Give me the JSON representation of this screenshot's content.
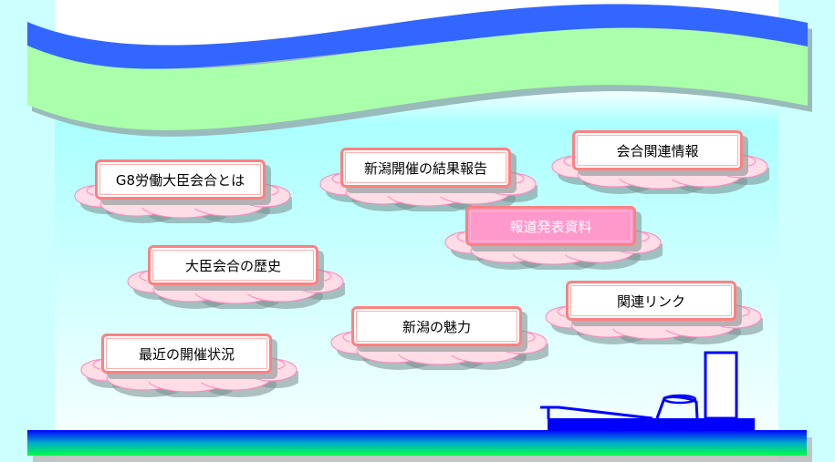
{
  "menu": {
    "about": "G8労働大臣会合とは",
    "niigata_report": "新潟開催の結果報告",
    "related_info": "会合関連情報",
    "press_releases": "報道発表資料",
    "history": "大臣会合の歴史",
    "links": "関連リンク",
    "niigata_charm": "新潟の魅力",
    "recent": "最近の開催状況"
  },
  "colors": {
    "wave_blue": "#3366ff",
    "wave_green": "#aaffaa",
    "button_border": "#ff8080",
    "active_bg": "#ff99cc",
    "cloud_fill": "#ffdde6"
  }
}
